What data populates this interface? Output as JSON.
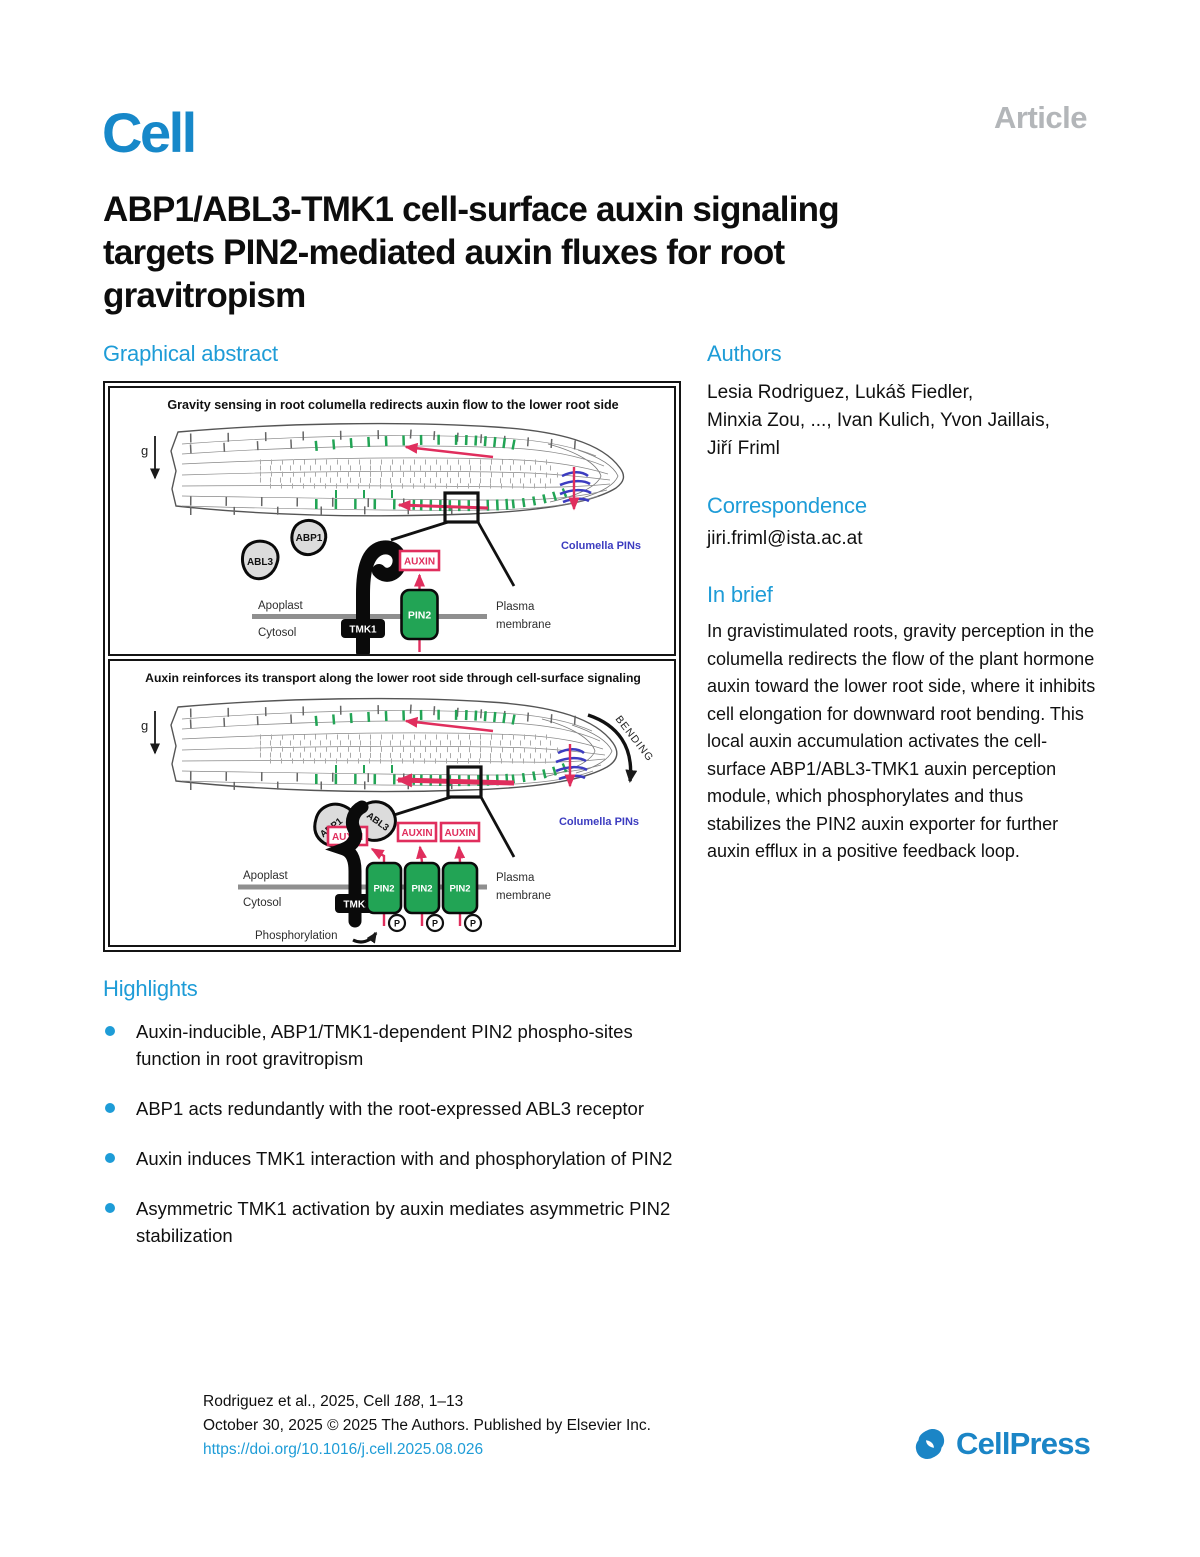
{
  "header": {
    "journal": "Cell",
    "article_type": "Article"
  },
  "title": {
    "lines": [
      "ABP1/ABL3-TMK1 cell-surface auxin signaling",
      "targets PIN2-mediated auxin fluxes for root",
      "gravitropism"
    ]
  },
  "ga": {
    "heading": "Graphical abstract",
    "top": {
      "title": "Gravity sensing in root columella redirects auxin flow to the lower root side",
      "g": "g",
      "abl3": "ABL3",
      "abp1": "ABP1",
      "auxin": "AUXIN",
      "pin2": "PIN2",
      "tmk1": "TMK1",
      "apoplast": "Apoplast",
      "cytosol": "Cytosol",
      "plasma1": "Plasma",
      "plasma2": "membrane",
      "columella": "Columella PINs"
    },
    "bottom": {
      "title": "Auxin reinforces its transport along the lower root side through cell-surface signaling",
      "g": "g",
      "bending": "BENDING",
      "abp1": "ABP1",
      "abl3": "ABL3",
      "auxin": "AUXIN",
      "pin2": "PIN2",
      "tmk1": "TMK1",
      "apoplast": "Apoplast",
      "cytosol": "Cytosol",
      "plasma1": "Plasma",
      "plasma2": "membrane",
      "phospho": "Phosphorylation",
      "p": "P",
      "columella": "Columella PINs"
    }
  },
  "authors": {
    "heading": "Authors",
    "lines": [
      "Lesia Rodriguez, Lukáš Fiedler,",
      "Minxia Zou, ..., Ivan Kulich, Yvon Jaillais,",
      "Jiří Friml"
    ]
  },
  "correspondence": {
    "heading": "Correspondence",
    "email": "jiri.friml@ista.ac.at"
  },
  "in_brief": {
    "heading": "In brief",
    "text": "In gravistimulated roots, gravity perception in the columella redirects the flow of the plant hormone auxin toward the lower root side, where it inhibits cell elongation for downward root bending. This local auxin accumulation activates the cell-surface ABP1/ABL3-TMK1 auxin perception module, which phosphorylates and thus stabilizes the PIN2 auxin exporter for further auxin efflux in a positive feedback loop."
  },
  "highlights": {
    "heading": "Highlights",
    "items": [
      "Auxin-inducible, ABP1/TMK1-dependent PIN2 phospho-sites function in root gravitropism",
      "ABP1 acts redundantly with the root-expressed ABL3 receptor",
      "Auxin induces TMK1 interaction with and phosphorylation of PIN2",
      "Asymmetric TMK1 activation by auxin mediates asymmetric PIN2 stabilization"
    ]
  },
  "footer": {
    "citation": {
      "prefix": "Rodriguez et al., 2025, Cell ",
      "volume": "188",
      "suffix": ", 1–13"
    },
    "line2": "October 30, 2025 © 2025 The Authors. Published by Elsevier Inc.",
    "doi": "https://doi.org/10.1016/j.cell.2025.08.026",
    "brand": "CellPress"
  },
  "colors": {
    "accent_blue": "#1E9CD7",
    "logo_blue": "#1788C9",
    "brand_blue": "#1B85C6",
    "article_gray": "#B3B6B9",
    "pin_green": "#22A455",
    "auxin_crimson": "#E02E5D",
    "columella_blue": "#3C3CC0",
    "membrane_gray": "#8F8F8F"
  }
}
